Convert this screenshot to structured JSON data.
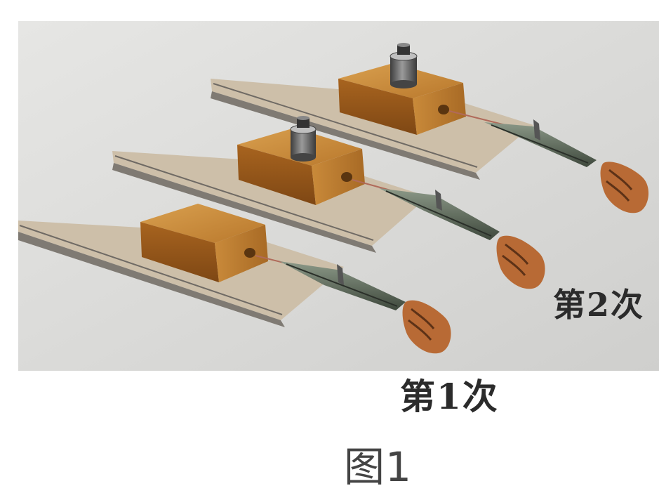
{
  "labels": {
    "trial_1": "第1次",
    "trial_2": "第2次"
  },
  "caption": "图1",
  "colors": {
    "background_panel": "#d6d6d4",
    "board": "#c9bfae",
    "wooden_block": "#c98a3a",
    "weight": "#6e6e6e",
    "spring_scale": "#4f5a4c",
    "hand": "#b86a35"
  }
}
